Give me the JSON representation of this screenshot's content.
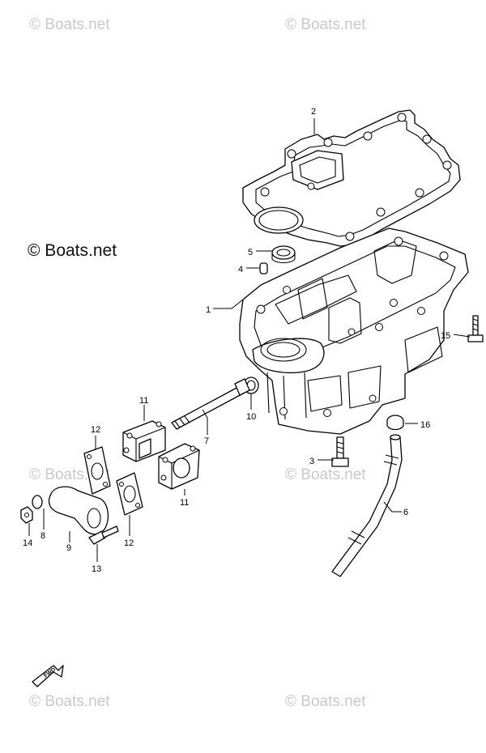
{
  "watermark": "© Boats.net",
  "copyright": "© Boats.net",
  "fwd_label": "FWD",
  "callouts": {
    "c1": "1",
    "c2": "2",
    "c3": "3",
    "c4": "4",
    "c5": "5",
    "c6": "6",
    "c7": "7",
    "c8": "8",
    "c9": "9",
    "c10": "10",
    "c11a": "11",
    "c11b": "11",
    "c12a": "12",
    "c12b": "12",
    "c13": "13",
    "c14": "14",
    "c15": "15",
    "c16": "16"
  }
}
